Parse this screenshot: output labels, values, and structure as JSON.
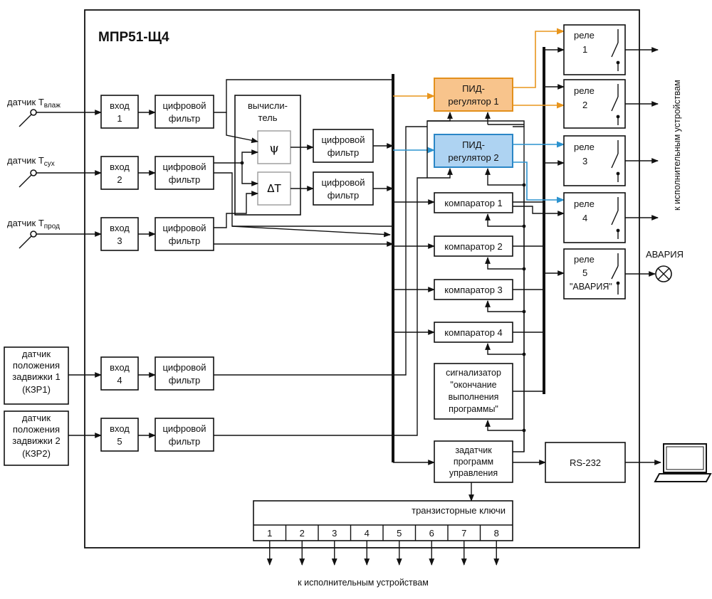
{
  "title": "МПР51-Щ4",
  "colors": {
    "pid1_fill": "#f8c48c",
    "pid1_stroke": "#e3901c",
    "pid2_fill": "#aed3f2",
    "pid2_stroke": "#2a86c6",
    "orange_wire": "#e8951d",
    "blue_wire": "#2c93cf"
  },
  "sensors": [
    {
      "label": "датчик T",
      "sub": "влаж"
    },
    {
      "label": "датчик T",
      "sub": "сух"
    },
    {
      "label": "датчик T",
      "sub": "прод"
    }
  ],
  "valve_sensors": [
    {
      "lines": [
        "датчик",
        "положения",
        "задвижки 1",
        "(КЗР1)"
      ]
    },
    {
      "lines": [
        "датчик",
        "положения",
        "задвижки 2",
        "(КЗР2)"
      ]
    }
  ],
  "inputs": [
    {
      "label": "вход",
      "num": "1"
    },
    {
      "label": "вход",
      "num": "2"
    },
    {
      "label": "вход",
      "num": "3"
    },
    {
      "label": "вход",
      "num": "4"
    },
    {
      "label": "вход",
      "num": "5"
    }
  ],
  "filter": {
    "line1": "цифровой",
    "line2": "фильтр"
  },
  "calculator": {
    "line1": "вычисли-",
    "line2": "тель",
    "psi": "ψ",
    "delta": "ΔT"
  },
  "pid": [
    {
      "line1": "ПИД-",
      "line2": "регулятор 1"
    },
    {
      "line1": "ПИД-",
      "line2": "регулятор 2"
    }
  ],
  "comparators": [
    "компаратор 1",
    "компаратор 2",
    "компаратор 3",
    "компаратор 4"
  ],
  "signalizer": [
    "сигнализатор",
    "\"окончание",
    "выполнения",
    "программы\""
  ],
  "program_setter": [
    "задатчик",
    "программ",
    "управления"
  ],
  "relays": [
    {
      "label": "реле",
      "num": "1"
    },
    {
      "label": "реле",
      "num": "2"
    },
    {
      "label": "реле",
      "num": "3"
    },
    {
      "label": "реле",
      "num": "4"
    },
    {
      "label": "реле",
      "num": "5",
      "extra": "\"АВАРИЯ\""
    }
  ],
  "alarm_label": "АВАРИЯ",
  "rs232": "RS-232",
  "transistor_keys": {
    "label": "транзисторные ключи",
    "channels": [
      "1",
      "2",
      "3",
      "4",
      "5",
      "6",
      "7",
      "8"
    ]
  },
  "to_devices_vertical": "к исполнительным устройствам",
  "to_devices_bottom": "к исполнительным устройствам"
}
